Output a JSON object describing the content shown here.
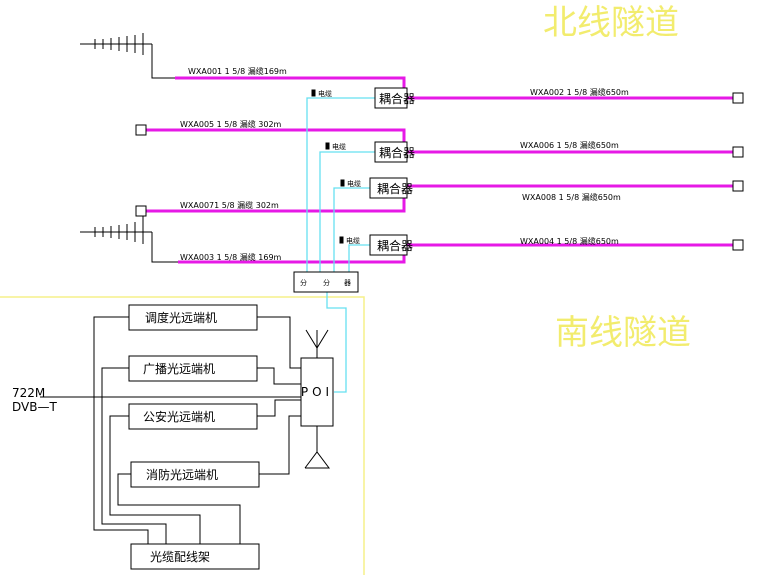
{
  "titles": {
    "north": "北线隧道",
    "south": "南线隧道"
  },
  "cables": {
    "wxa001": "WXA001 1 5/8 漏缆169m",
    "wxa002": "WXA002 1 5/8 漏缆650m",
    "wxa005": "WXA005 1 5/8 漏缆 302m",
    "wxa006": "WXA006 1 5/8 漏缆650m",
    "wxa007": "WXA0071 5/8 漏缆 302m",
    "wxa008": "WXA008 1 5/8 漏缆650m",
    "wxa003": "WXA003 1 5/8 漏缆 169m",
    "wxa004": "WXA004 1 5/8 漏缆650m"
  },
  "couplers": [
    "耦合器",
    "耦合器",
    "耦合器",
    "耦合器"
  ],
  "feeders": [
    "电缆",
    "电缆",
    "电缆",
    "电缆"
  ],
  "splitter": [
    "分",
    "分",
    "器"
  ],
  "poi": "POI",
  "equipment": {
    "dispatch": "调度光远端机",
    "broadcast": "广播光远端机",
    "police": "公安光远端机",
    "fire": "消防光远端机",
    "fiber_rack": "光缆配线架"
  },
  "source": {
    "freq": "722M",
    "standard": "DVB—T"
  },
  "colors": {
    "leaky_cable": "#e619e6",
    "feeder": "#66e0f0",
    "title": "#f2ec6e",
    "region_border": "#f5f08a"
  }
}
